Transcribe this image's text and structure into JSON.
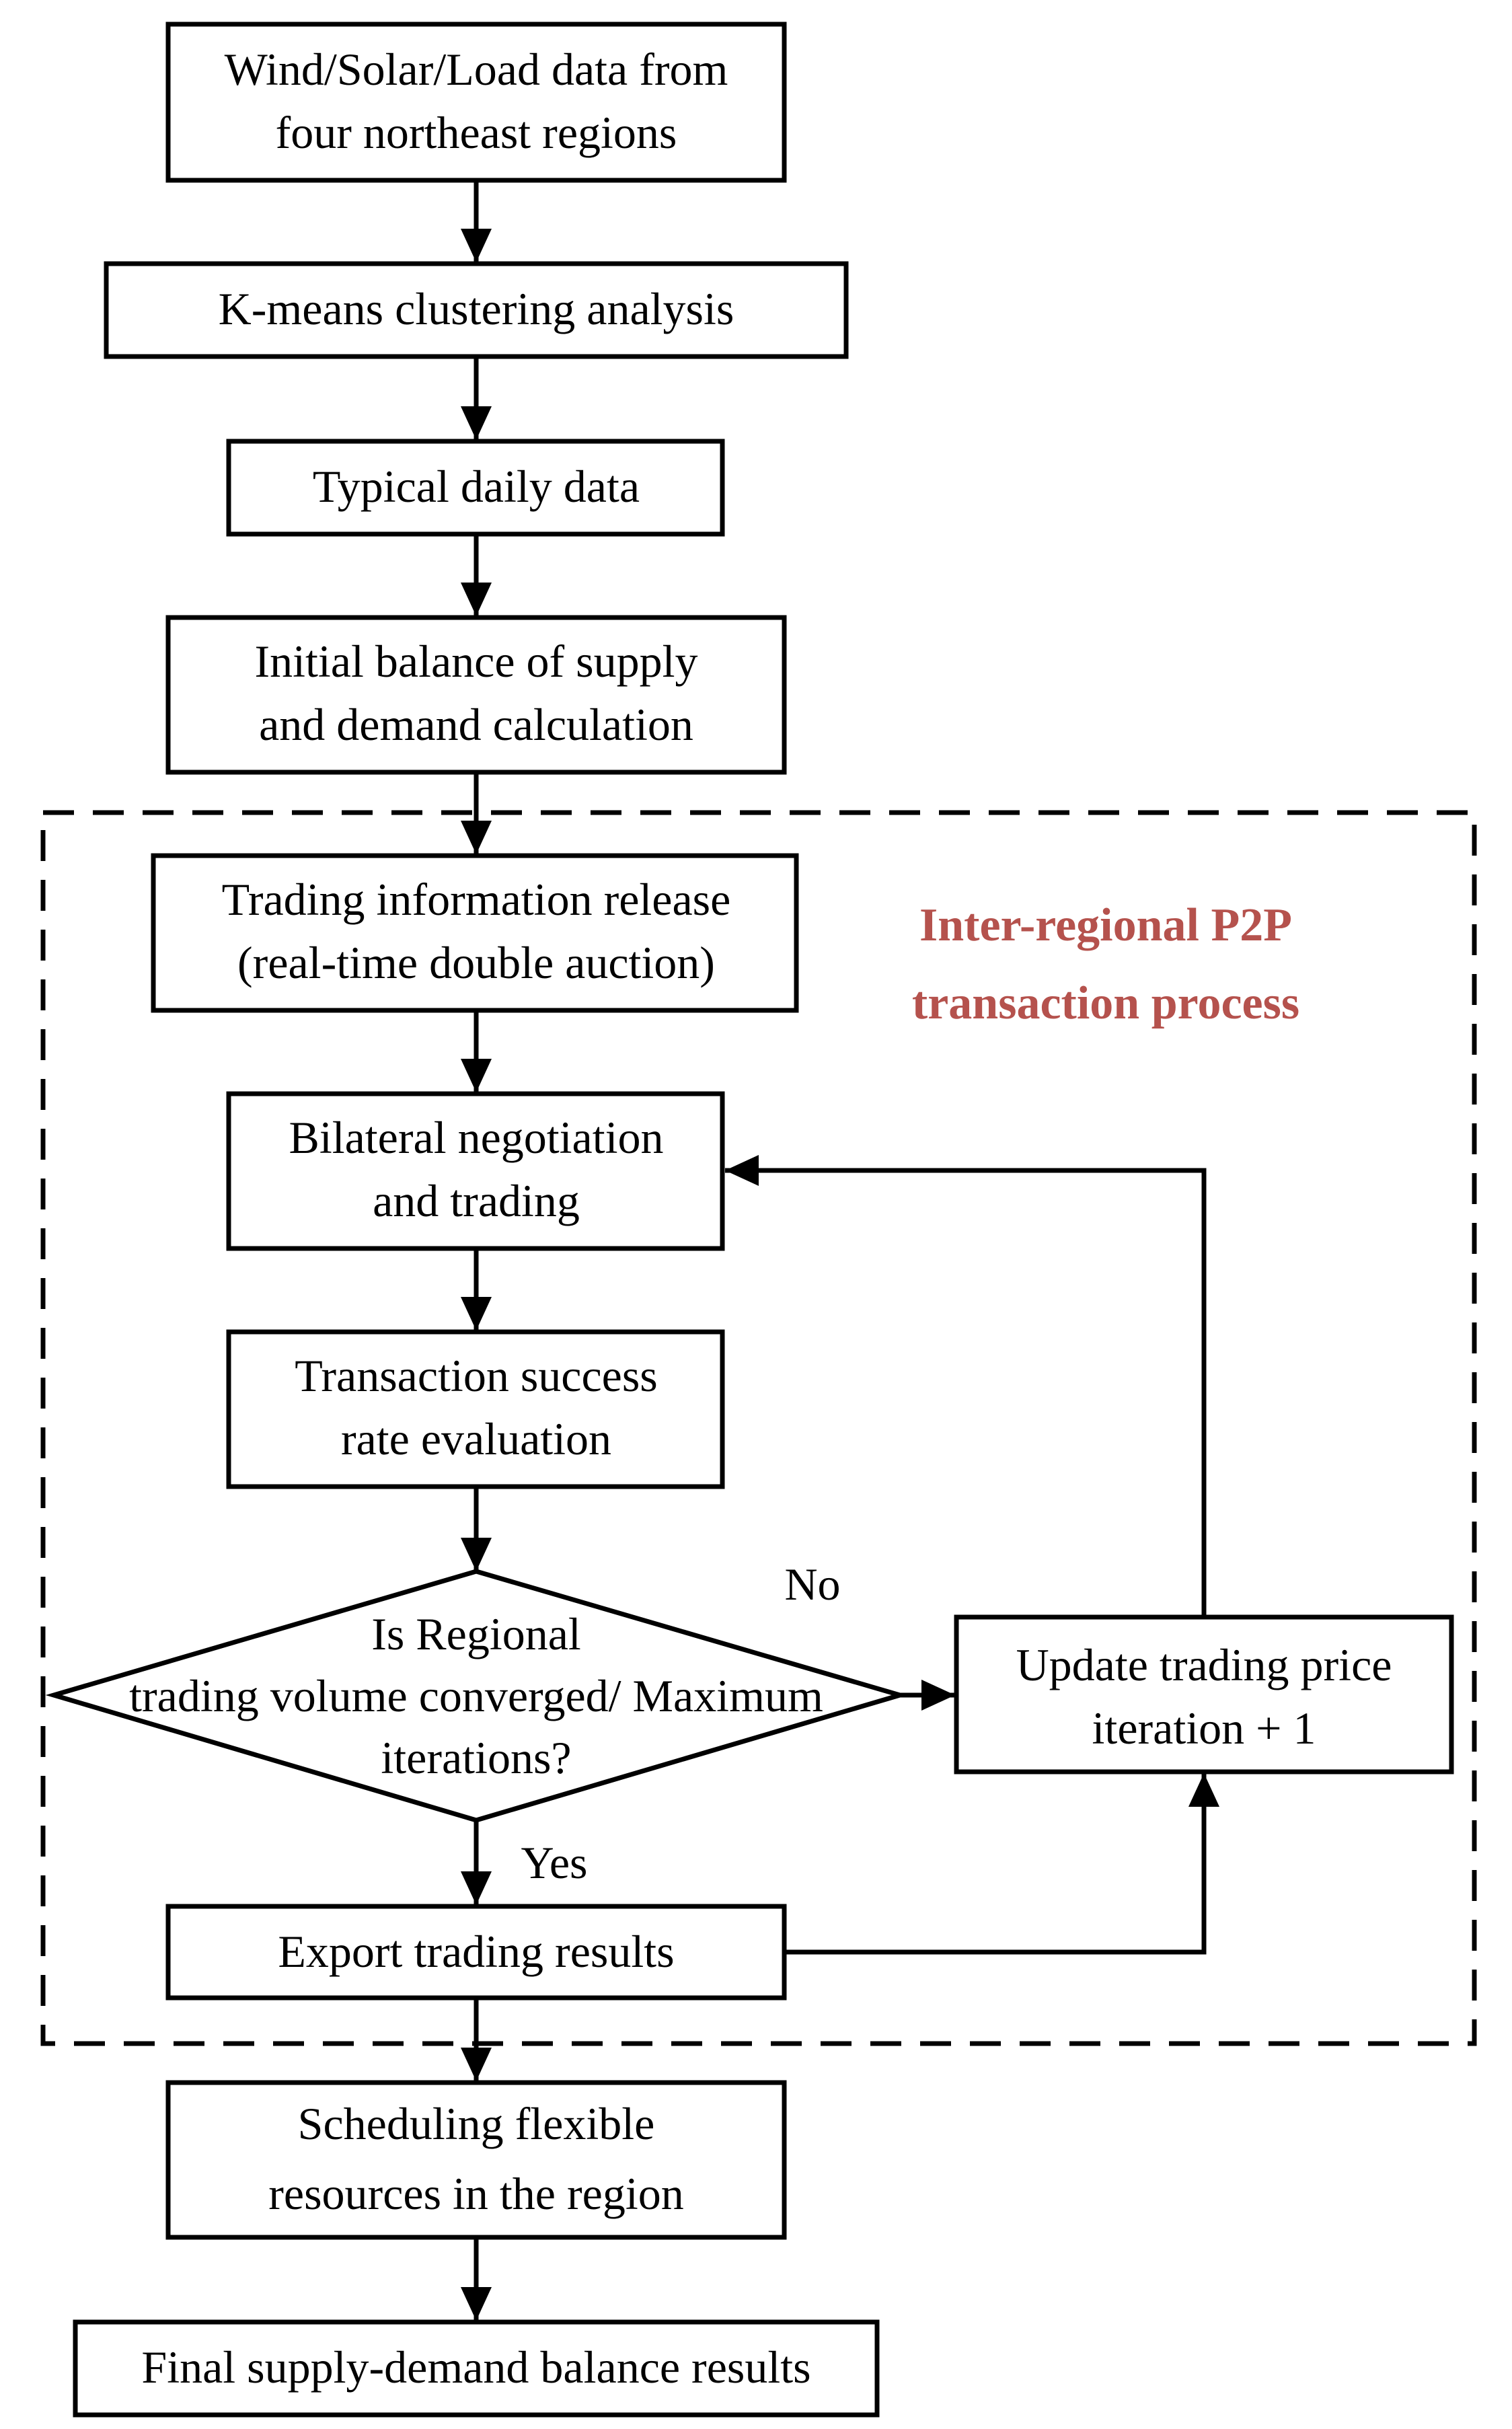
{
  "colors": {
    "line": "#000000",
    "region_label": "#b5524d",
    "background": "#ffffff"
  },
  "nodes": {
    "data_source": {
      "lines": [
        "Wind/Solar/Load data from",
        "four northeast regions"
      ]
    },
    "kmeans": {
      "lines": [
        "K-means clustering analysis"
      ]
    },
    "typical_daily": {
      "lines": [
        "Typical daily data"
      ]
    },
    "initial_balance": {
      "lines": [
        "Initial balance of supply",
        "and demand calculation"
      ]
    },
    "trading_info": {
      "lines": [
        "Trading information release",
        "(real-time double auction)"
      ]
    },
    "bilateral": {
      "lines": [
        "Bilateral negotiation",
        "and trading"
      ]
    },
    "success_rate": {
      "lines": [
        "Transaction success",
        "rate evaluation"
      ]
    },
    "decision": {
      "lines": [
        "Is Regional",
        "trading volume converged/ Maximum",
        "iterations?"
      ]
    },
    "update_price": {
      "lines": [
        "Update trading price",
        "iteration + 1"
      ]
    },
    "export": {
      "lines": [
        "Export trading results"
      ]
    },
    "scheduling": {
      "lines": [
        "Scheduling flexible",
        "resources in the region"
      ]
    },
    "final": {
      "lines": [
        "Final supply-demand balance results"
      ]
    }
  },
  "region": {
    "lines": [
      "Inter-regional P2P",
      "transaction process"
    ]
  },
  "edge_labels": {
    "no": "No",
    "yes": "Yes"
  }
}
